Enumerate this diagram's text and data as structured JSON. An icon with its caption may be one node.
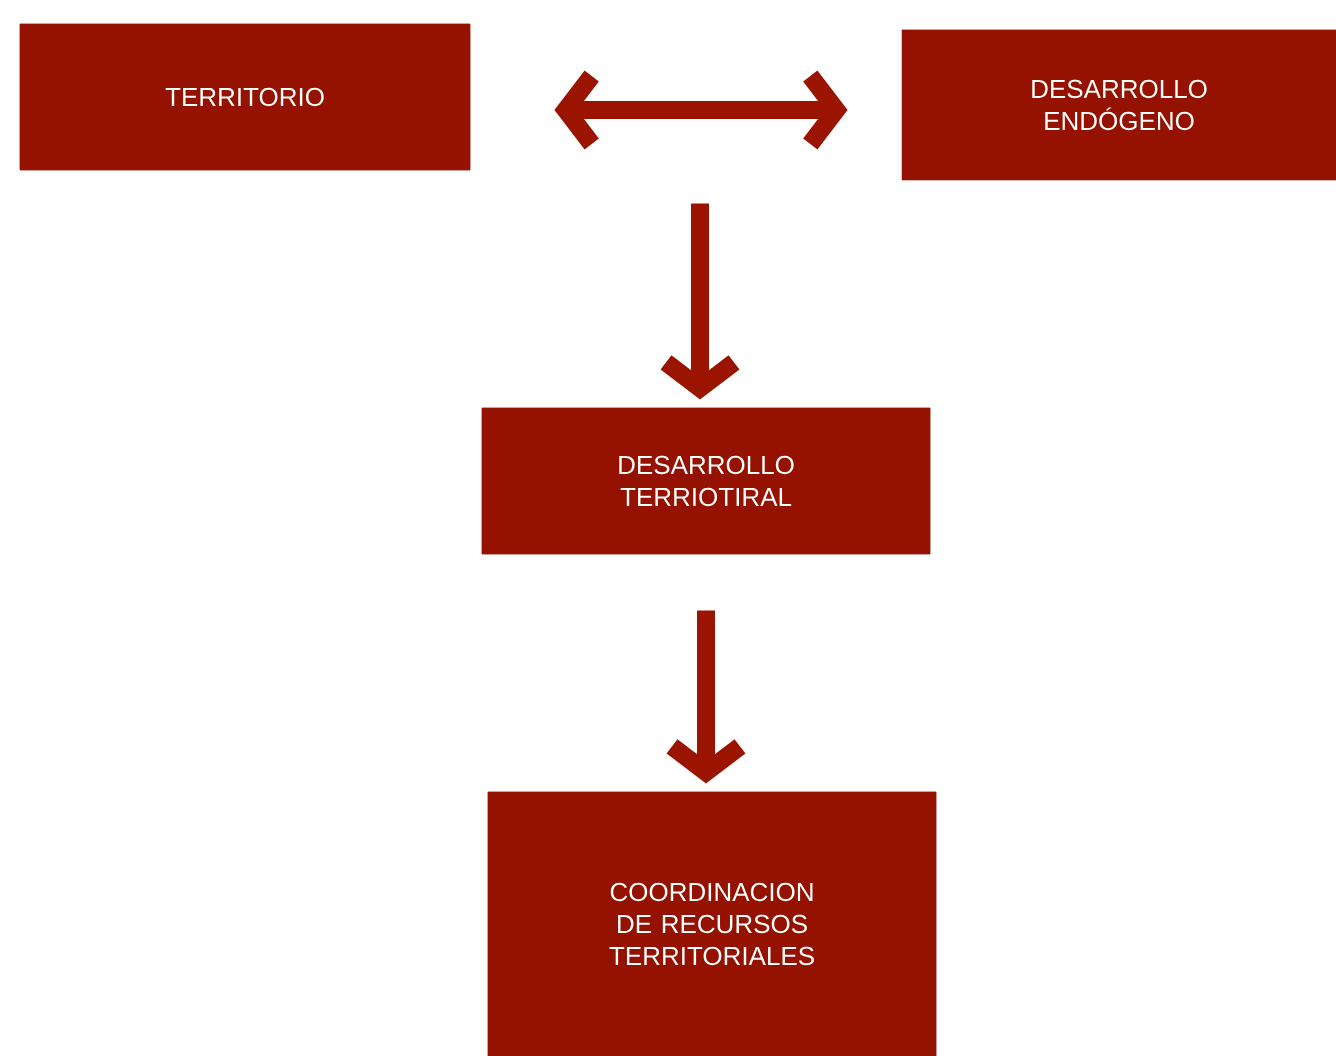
{
  "diagram": {
    "nodes": [
      {
        "text": [
          "TERRITORIO"
        ]
      },
      {
        "text": [
          "DESARROLLO ENDÓGENO"
        ]
      },
      {
        "text": [
          "DESARROLLO TERRIOTIRAL"
        ]
      },
      {
        "text": [
          "COORDINACION DE RECURSOS TERRITORIALES"
        ]
      }
    ],
    "edges": [
      {
        "from": 0,
        "to": 1,
        "arrow": "both"
      },
      {
        "from": null,
        "to": 2,
        "arrow": "to"
      },
      {
        "from": 2,
        "to": 3,
        "arrow": "to"
      }
    ]
  }
}
